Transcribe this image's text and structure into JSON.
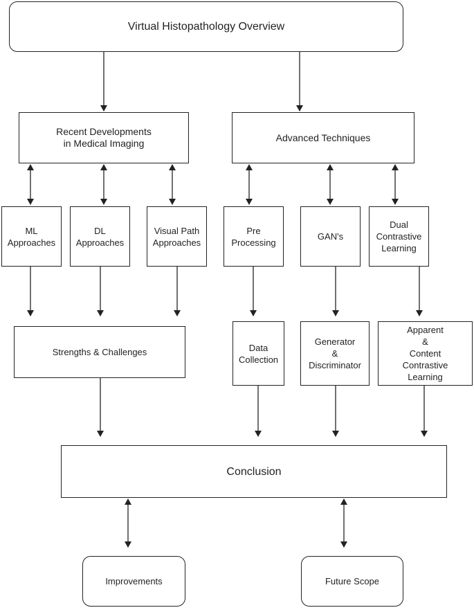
{
  "nodes": {
    "overview": "Virtual Histopathology Overview",
    "recent": "Recent Developments\nin Medical Imaging",
    "advanced": "Advanced Techniques",
    "ml": "ML\nApproaches",
    "dl": "DL\nApproaches",
    "visual": "Visual Path\nApproaches",
    "pre": "Pre\nProcessing",
    "gans": "GAN's",
    "dual": "Dual\nContrastive\nLearning",
    "strengths": "Strengths & Challenges",
    "data_collection": "Data\nCollection",
    "generator": "Generator\n&\nDiscriminator",
    "apparent": "Apparent\n&\nContent\nContrastive\nLearning",
    "conclusion": "Conclusion",
    "improvements": "Improvements",
    "future": "Future Scope"
  },
  "colors": {
    "stroke": "#222222",
    "background": "#ffffff"
  }
}
